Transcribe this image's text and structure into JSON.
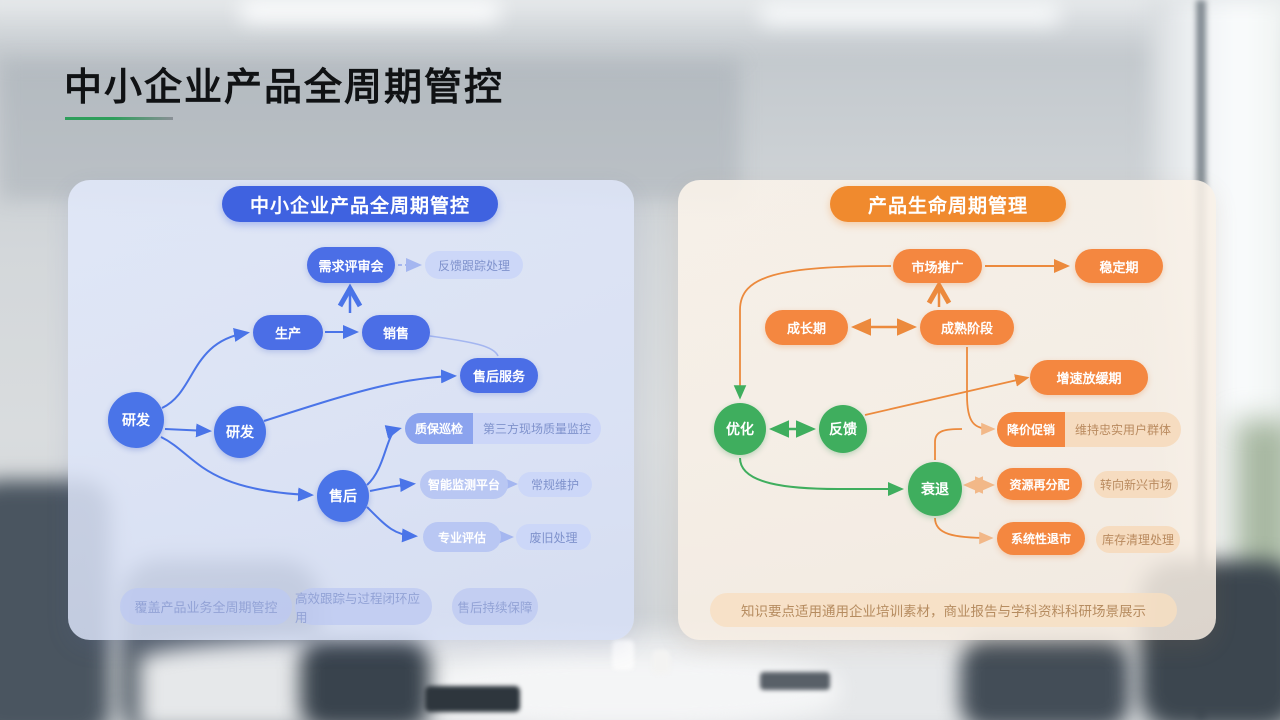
{
  "slide": {
    "title": "中小企业产品全周期管控"
  },
  "left_panel": {
    "header": "中小企业产品全周期管控",
    "nodes": {
      "demand_review": "需求评审会",
      "feedback_track": "反馈跟踪处理",
      "rd_main": "研发",
      "rd_sub": "研发",
      "production": "生产",
      "sales": "销售",
      "after_sales_service": "售后服务",
      "after_sales": "售后",
      "quality_check": "质保巡检",
      "quality_check_note": "第三方现场质量监控",
      "smart_monitor": "智能监测平台",
      "smart_monitor_note": "常规维护",
      "pro_assess": "专业评估",
      "pro_assess_note": "废旧处理"
    },
    "footer_pills": {
      "p1": "覆盖产品业务全周期管控",
      "p2": "高效跟踪与过程闭环应用",
      "p3": "售后持续保障"
    }
  },
  "right_panel": {
    "header": "产品生命周期管理",
    "nodes": {
      "market_promo": "市场推广",
      "stable_stage": "稳定期",
      "growth_stage": "成长期",
      "mature_stage": "成熟阶段",
      "slowdown": "增速放缓期",
      "optimize": "优化",
      "feedback": "反馈",
      "decline": "衰退",
      "discount_promo": "降价促销",
      "discount_promo_note": "维持忠实用户群体",
      "resource_realloc": "资源再分配",
      "resource_realloc_note": "转向新兴市场",
      "exit_market": "系统性退市",
      "exit_market_note": "库存清理处理"
    },
    "caption": "知识要点适用通用企业培训素材，商业报告与学科资料科研场景展示"
  },
  "colors": {
    "blue_primary": "#3f62e0",
    "blue_node": "#4a74e8",
    "blue_light": "#b9c7f3",
    "orange_primary": "#f08a2e",
    "orange_light": "#f6dcc0",
    "green_circle": "#3fae5e",
    "underline_green": "#2e9e5b"
  }
}
